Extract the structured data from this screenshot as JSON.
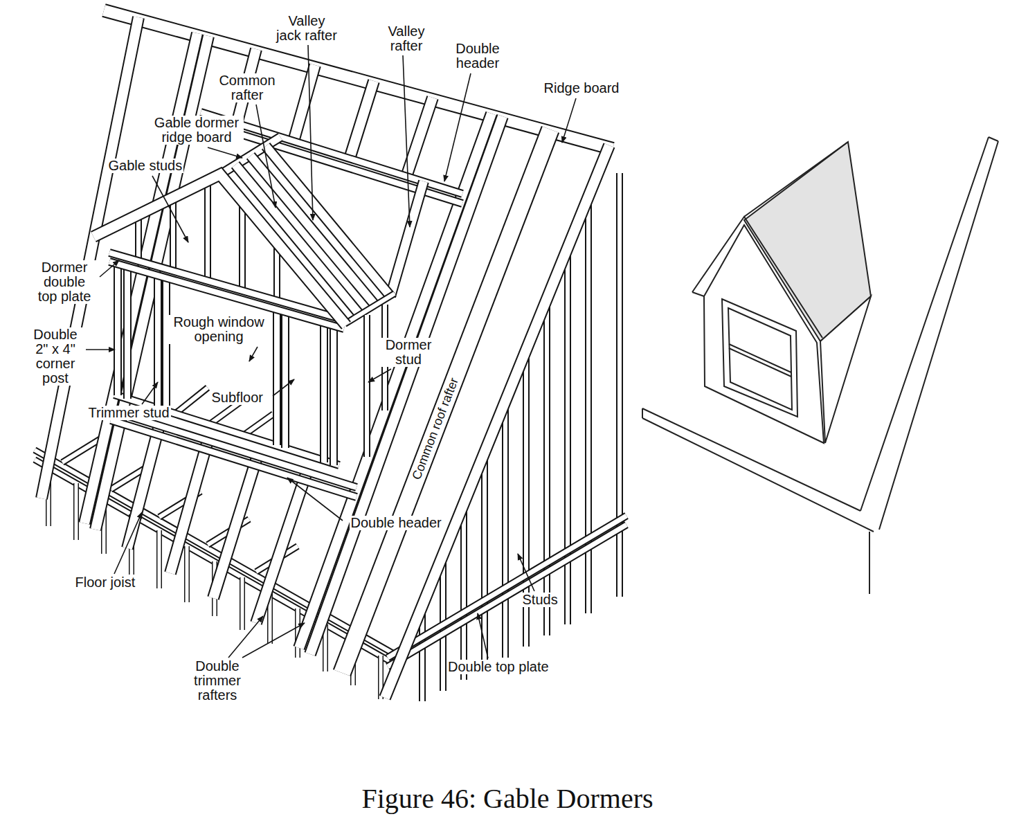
{
  "diagram": {
    "caption": "Figure 46: Gable Dormers",
    "labels": [
      "Valley jack rafter",
      "Valley rafter",
      "Double header",
      "Common rafter",
      "Ridge board",
      "Gable dormer ridge board",
      "Gable studs",
      "Dormer double top plate",
      "Double 2\" x 4\" corner post",
      "Rough window opening",
      "Subfloor",
      "Dormer stud",
      "Common roof rafter",
      "Trimmer stud",
      "Double header",
      "Floor joist",
      "Studs",
      "Double trimmer rafters",
      "Double top plate"
    ]
  }
}
